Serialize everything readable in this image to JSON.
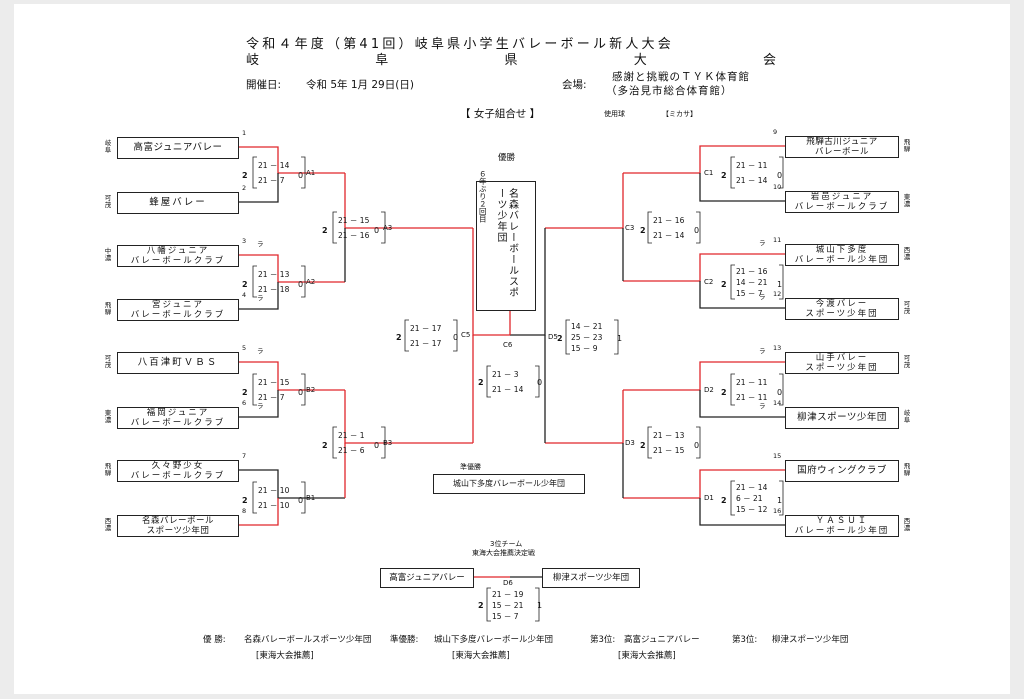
{
  "header": {
    "title_line1": "令和４年度（第41回）岐阜県小学生バレーボール新人大会",
    "title_line2": [
      "岐",
      "阜",
      "県",
      "大",
      "会"
    ],
    "date_label": "開催日:",
    "date_value": "令和 5年 1月 29日(日)",
    "venue_label": "会場:",
    "venue_line1": "感謝と挑戦のＴＹＫ体育館",
    "venue_line2": "（多治見市総合体育館）"
  },
  "section": {
    "title": "【 女子組合せ 】",
    "ball_label": "使用球",
    "ball_value": "【ミカサ】"
  },
  "teams": [
    {
      "no": "1",
      "name": [
        "高富ジュニアバレー"
      ],
      "region": "岐阜",
      "tag": ""
    },
    {
      "no": "2",
      "name": [
        "蜂屋バレー"
      ],
      "region": "可茂",
      "tag": ""
    },
    {
      "no": "3",
      "name": [
        "八幡ジュニア",
        "バレーボールクラブ"
      ],
      "region": "中濃",
      "tag": "ラ"
    },
    {
      "no": "4",
      "name": [
        "宮ジュニア",
        "バレーボールクラブ"
      ],
      "region": "飛騨",
      "tag": "ラ"
    },
    {
      "no": "5",
      "name": [
        "八百津町ＶＢＳ"
      ],
      "region": "可茂",
      "tag": "ラ"
    },
    {
      "no": "6",
      "name": [
        "福岡ジュニア",
        "バレーボールクラブ"
      ],
      "region": "東濃",
      "tag": "ラ"
    },
    {
      "no": "7",
      "name": [
        "久々野少女",
        "バレーボールクラブ"
      ],
      "region": "飛騨",
      "tag": ""
    },
    {
      "no": "8",
      "name": [
        "名森バレーボール",
        "スポーツ少年団"
      ],
      "region": "西濃",
      "tag": ""
    },
    {
      "no": "9",
      "name": [
        "飛騨古川ジュニア",
        "バレーボール"
      ],
      "region": "飛騨",
      "tag": ""
    },
    {
      "no": "10",
      "name": [
        "岩邑ジュニア",
        "バレーボールクラブ"
      ],
      "region": "東濃",
      "tag": ""
    },
    {
      "no": "11",
      "name": [
        "城山下多度",
        "バレーボール少年団"
      ],
      "region": "西濃",
      "tag": "ラ"
    },
    {
      "no": "12",
      "name": [
        "今渡バレー",
        "スポーツ少年団"
      ],
      "region": "可茂",
      "tag": "ラ"
    },
    {
      "no": "13",
      "name": [
        "山手バレー",
        "スポーツ少年団"
      ],
      "region": "可茂",
      "tag": "ラ"
    },
    {
      "no": "14",
      "name": [
        "柳津スポーツ少年団"
      ],
      "region": "岐阜",
      "tag": "ラ"
    },
    {
      "no": "15",
      "name": [
        "国府ウィングクラブ"
      ],
      "region": "飛騨",
      "tag": ""
    },
    {
      "no": "16",
      "name": [
        "ＹＡＳＵＩ",
        "バレーボール少年団"
      ],
      "region": "西濃",
      "tag": ""
    }
  ],
  "matches": [
    {
      "id": "A1",
      "sets": [
        "21 － 14",
        "21 － 7"
      ],
      "w": "2",
      "l": "0"
    },
    {
      "id": "A2",
      "sets": [
        "21 － 13",
        "21 － 18"
      ],
      "w": "2",
      "l": "0"
    },
    {
      "id": "A3",
      "sets": [
        "21 － 15",
        "21 － 16"
      ],
      "w": "2",
      "l": "0"
    },
    {
      "id": "B2",
      "sets": [
        "21 － 15",
        "21 － 7"
      ],
      "w": "2",
      "l": "0"
    },
    {
      "id": "B1",
      "sets": [
        "21 － 10",
        "21 － 10"
      ],
      "w": "2",
      "l": "0"
    },
    {
      "id": "B3",
      "sets": [
        "21 － 1",
        "21 － 6"
      ],
      "w": "2",
      "l": "0"
    },
    {
      "id": "C5",
      "sets": [
        "21 － 17",
        "21 － 17"
      ],
      "w": "2",
      "l": "0"
    },
    {
      "id": "C1",
      "sets": [
        "21 － 11",
        "21 － 14"
      ],
      "w": "2",
      "l": "0"
    },
    {
      "id": "C2",
      "sets": [
        "21 － 16",
        "14 － 21",
        "15 － 7"
      ],
      "w": "2",
      "l": "1"
    },
    {
      "id": "C3",
      "sets": [
        "21 － 16",
        "21 － 14"
      ],
      "w": "2",
      "l": "0"
    },
    {
      "id": "D2",
      "sets": [
        "21 － 11",
        "21 － 11"
      ],
      "w": "2",
      "l": "0"
    },
    {
      "id": "D1",
      "sets": [
        "21 － 14",
        "6 － 21",
        "15 － 12"
      ],
      "w": "2",
      "l": "1"
    },
    {
      "id": "D3",
      "sets": [
        "21 － 13",
        "21 － 15"
      ],
      "w": "2",
      "l": "0"
    },
    {
      "id": "D5",
      "sets": [
        "14 － 21",
        "25 － 23",
        "15 － 9"
      ],
      "w": "2",
      "l": "1"
    },
    {
      "id": "C6",
      "sets": [
        "21 － 3",
        "21 － 14"
      ],
      "w": "2",
      "l": "0"
    },
    {
      "id": "D6",
      "sets": [
        "21 － 19",
        "15 － 21",
        "15 － 7"
      ],
      "w": "2",
      "l": "1"
    }
  ],
  "final": {
    "champion_label": "優勝",
    "streak_note": "６年ぶり２回目",
    "champion_lines": [
      "名森バレーボール",
      "スポーツ少年団"
    ],
    "runnerup_label": "準優勝",
    "runnerup_name": "城山下多度バレーボール少年団"
  },
  "third": {
    "heading1": "3位チーム",
    "heading2": "東海大会推薦決定戦",
    "team_left": "高富ジュニアバレー",
    "team_right": "柳津スポーツ少年団"
  },
  "results": [
    {
      "label": "優 勝:",
      "team": "名森バレーボールスポーツ少年団",
      "note": "[東海大会推薦]"
    },
    {
      "label": "準優勝:",
      "team": "城山下多度バレーボール少年団",
      "note": "[東海大会推薦]"
    },
    {
      "label": "第3位:",
      "team": "高富ジュニアバレー",
      "note": "[東海大会推薦]"
    },
    {
      "label": "第3位:",
      "team": "柳津スポーツ少年団",
      "note": ""
    }
  ],
  "colors": {
    "win": "#e0262b",
    "line": "#222222",
    "page_bg": "#ececec",
    "sheet_bg": "#ffffff"
  }
}
